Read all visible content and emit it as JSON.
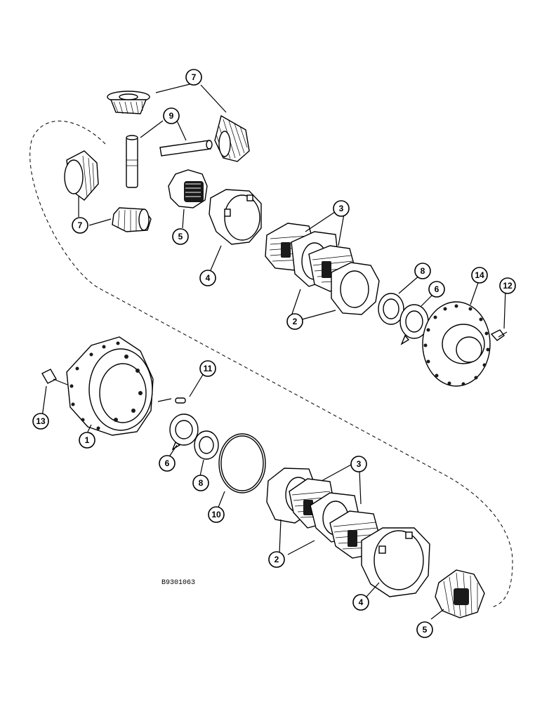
{
  "diagram": {
    "reference_code": "B9301063",
    "callouts": [
      {
        "id": "c7a",
        "label": "7"
      },
      {
        "id": "c9",
        "label": "9"
      },
      {
        "id": "c7b",
        "label": "7"
      },
      {
        "id": "c5a",
        "label": "5"
      },
      {
        "id": "c4a",
        "label": "4"
      },
      {
        "id": "c3a",
        "label": "3"
      },
      {
        "id": "c2a",
        "label": "2"
      },
      {
        "id": "c8a",
        "label": "8"
      },
      {
        "id": "c6a",
        "label": "6"
      },
      {
        "id": "c14",
        "label": "14"
      },
      {
        "id": "c12",
        "label": "12"
      },
      {
        "id": "c11",
        "label": "11"
      },
      {
        "id": "c13",
        "label": "13"
      },
      {
        "id": "c1",
        "label": "1"
      },
      {
        "id": "c6b",
        "label": "6"
      },
      {
        "id": "c8b",
        "label": "8"
      },
      {
        "id": "c10",
        "label": "10"
      },
      {
        "id": "c3b",
        "label": "3"
      },
      {
        "id": "c2b",
        "label": "2"
      },
      {
        "id": "c4b",
        "label": "4"
      },
      {
        "id": "c5b",
        "label": "5"
      }
    ]
  }
}
